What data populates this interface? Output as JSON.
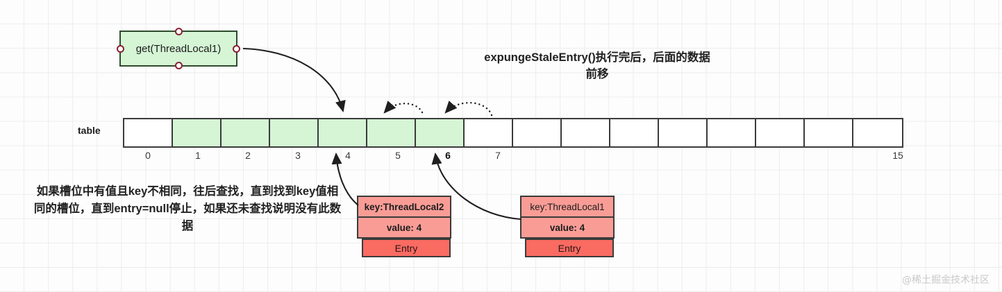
{
  "diagram": {
    "title_note": "expungeStaleEntry()执行完后，后面的数据前移",
    "left_note": "如果槽位中有值且key不相同，往后查找，直到找到key值相同的槽位，直到entry=null停止，如果还未查找说明没有此数据",
    "watermark": "@稀土掘金技术社区",
    "get_box": {
      "label": "get(ThreadLocal1)",
      "fill": "#d5f5d5",
      "stroke": "#2e4b2e",
      "handle_color": "#8b2031"
    },
    "table": {
      "label": "table",
      "cell_count": 16,
      "green_indices": [
        1,
        2,
        3,
        4,
        5,
        6
      ],
      "cells": [
        {
          "index": "0",
          "filled": false
        },
        {
          "index": "1",
          "filled": true
        },
        {
          "index": "2",
          "filled": true
        },
        {
          "index": "3",
          "filled": true
        },
        {
          "index": "4",
          "filled": true
        },
        {
          "index": "5",
          "filled": true
        },
        {
          "index": "6",
          "filled": true
        },
        {
          "index": "7",
          "filled": false
        },
        {
          "index": "",
          "filled": false
        },
        {
          "index": "",
          "filled": false
        },
        {
          "index": "",
          "filled": false
        },
        {
          "index": "",
          "filled": false
        },
        {
          "index": "",
          "filled": false
        },
        {
          "index": "",
          "filled": false
        },
        {
          "index": "",
          "filled": false
        },
        {
          "index": "15",
          "filled": false
        }
      ],
      "bold_index": "6",
      "fill_color": "#d5f5d5",
      "stroke_color": "#3b3b3b"
    },
    "entries": [
      {
        "key": "key:ThreadLocal2",
        "value": "value: 4",
        "footer": "Entry",
        "key_bold": true,
        "value_bold": true,
        "points_to_slot": "4"
      },
      {
        "key": "key:ThreadLocal1",
        "value": "value: 4",
        "footer": "Entry",
        "key_bold": false,
        "value_bold": true,
        "points_to_slot": "6"
      }
    ],
    "shift_arrows": [
      {
        "from_slot": "6",
        "to_slot": "5",
        "style": "dotted"
      },
      {
        "from_slot": "7",
        "to_slot": "6",
        "style": "dotted"
      }
    ],
    "colors": {
      "entry_row": "#fa9c96",
      "entry_footer": "#fa6b62",
      "arrow": "#1f1f1f"
    }
  }
}
